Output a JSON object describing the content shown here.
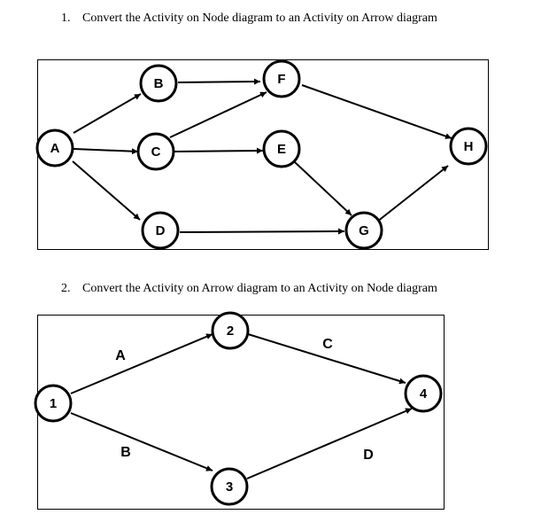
{
  "question1": {
    "number": "1.",
    "text": "Convert the Activity on Node diagram to an Activity on Arrow diagram",
    "nodes": [
      "A",
      "B",
      "C",
      "D",
      "E",
      "F",
      "G",
      "H"
    ]
  },
  "question2": {
    "number": "2.",
    "text": "Convert the Activity on Arrow diagram to an Activity on Node diagram",
    "nodes": [
      "1",
      "2",
      "3",
      "4"
    ],
    "activities": [
      "A",
      "B",
      "C",
      "D"
    ]
  }
}
